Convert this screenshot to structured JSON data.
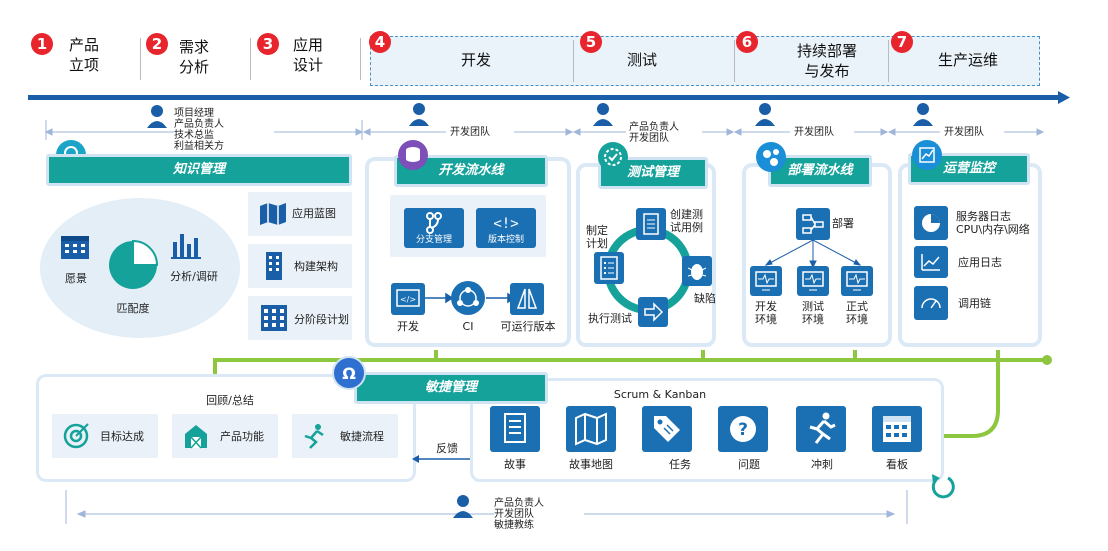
{
  "stages": [
    {
      "num": "1",
      "label": "产品\n立项"
    },
    {
      "num": "2",
      "label": "需求\n分析"
    },
    {
      "num": "3",
      "label": "应用\n设计"
    },
    {
      "num": "4",
      "label": "开发"
    },
    {
      "num": "5",
      "label": "测试"
    },
    {
      "num": "6",
      "label": "持续部署\n与发布"
    },
    {
      "num": "7",
      "label": "生产运维"
    }
  ],
  "roles": {
    "planning": "项目经理\n产品负责人\n技术总监\n利益相关方",
    "dev": "开发团队",
    "test": "产品负责人\n开发团队",
    "deploy": "开发团队",
    "ops": "开发团队",
    "bottom": "产品负责人\n开发团队\n敏捷教练"
  },
  "knowledge": {
    "title": "知识管理",
    "items": [
      "愿景",
      "匹配度",
      "分析/调研"
    ],
    "side_items": [
      "应用蓝图",
      "构建架构",
      "分阶段计划"
    ]
  },
  "dev_pipeline": {
    "title": "开发流水线",
    "top_tiles": [
      "分支管理",
      "版本控制"
    ],
    "flow": [
      "开发",
      "CI",
      "可运行版本"
    ]
  },
  "test_mgmt": {
    "title": "测试管理",
    "items": [
      "创建测\n试用例",
      "缺陷",
      "执行测试",
      "制定\n计划"
    ]
  },
  "deploy_pipeline": {
    "title": "部署流水线",
    "top": "部署",
    "envs": [
      "开发\n环境",
      "测试\n环境",
      "正式\n环境"
    ]
  },
  "ops_monitor": {
    "title": "运营监控",
    "items": [
      "服务器日志\nCPU\\内存\\网络",
      "应用日志",
      "调用链"
    ]
  },
  "agile": {
    "title": "敏捷管理",
    "retro_title": "回顾/总结",
    "retro_items": [
      "目标达成",
      "产品功能",
      "敏捷流程"
    ],
    "feedback": "反馈",
    "scrum_title": "Scrum & Kanban",
    "scrum_items": [
      "故事",
      "故事地图",
      "任务",
      "问题",
      "冲刺",
      "看板"
    ]
  },
  "colors": {
    "accent_red": "#e8242c",
    "timeline_blue": "#1a5ea8",
    "tile_blue": "#1b6fb3",
    "banner_teal": "#14a29a",
    "flow_green": "#8dc63f"
  }
}
